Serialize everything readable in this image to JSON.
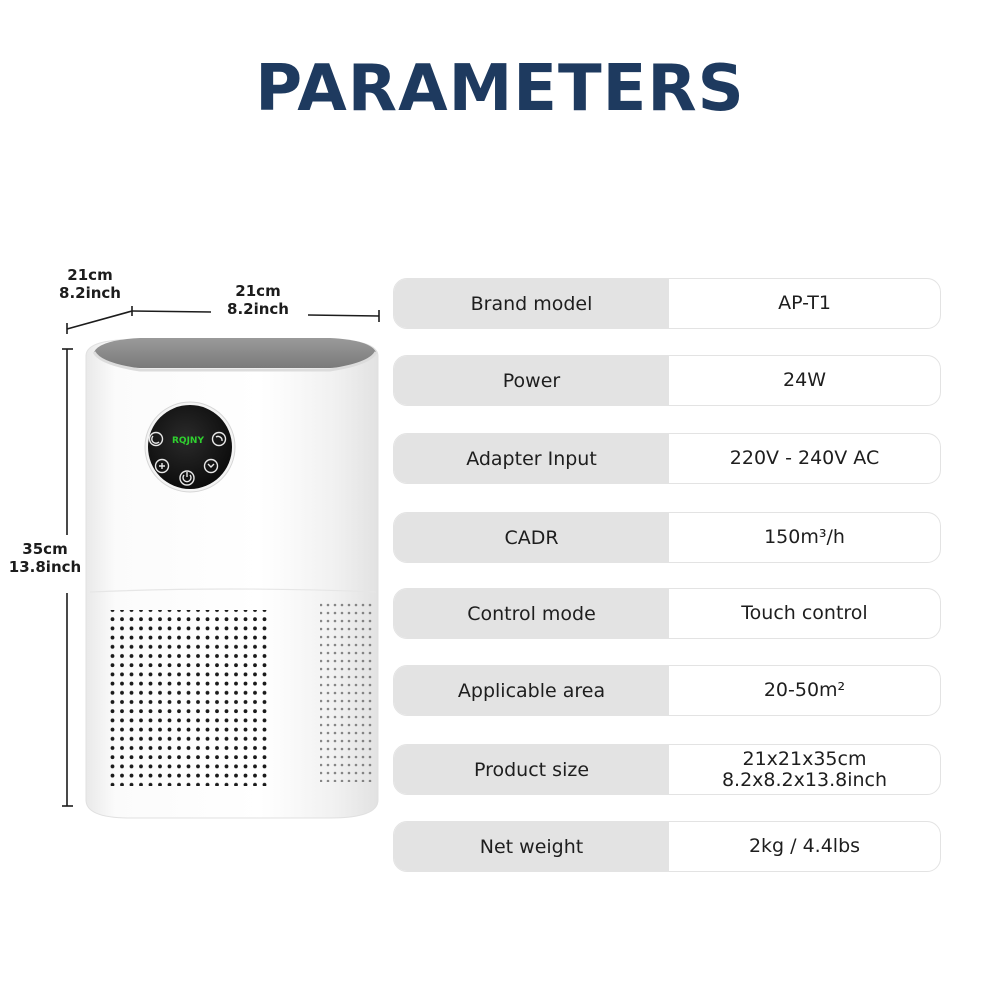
{
  "title": "PARAMETERS",
  "dimensions": {
    "depth": {
      "cm": "21cm",
      "inch": "8.2inch"
    },
    "width": {
      "cm": "21cm",
      "inch": "8.2inch"
    },
    "height": {
      "cm": "35cm",
      "inch": "13.8inch"
    }
  },
  "product": {
    "brand_logo_text": "RQJNY",
    "logo_color": "#2fd12f",
    "panel_icons": [
      "sleep-mode-icon",
      "timer-icon",
      "fan-speed-icon",
      "power-icon",
      "auto-mode-icon"
    ]
  },
  "specs": [
    {
      "label": "Brand model",
      "value": "AP-T1"
    },
    {
      "label": "Power",
      "value": "24W"
    },
    {
      "label": "Adapter Input",
      "value": "220V - 240V AC"
    },
    {
      "label": "CADR",
      "value": "150m³/h"
    },
    {
      "label": "Control mode",
      "value": "Touch control"
    },
    {
      "label": "Applicable area",
      "value": "20-50m²"
    },
    {
      "label": "Product size",
      "value": "21x21x35cm",
      "value2": "8.2x8.2x13.8inch"
    },
    {
      "label": "Net weight",
      "value": "2kg / 4.4lbs"
    }
  ],
  "colors": {
    "title": "#1e3a5f",
    "label_bg": "#e3e3e3",
    "border": "#e3e3e3"
  }
}
